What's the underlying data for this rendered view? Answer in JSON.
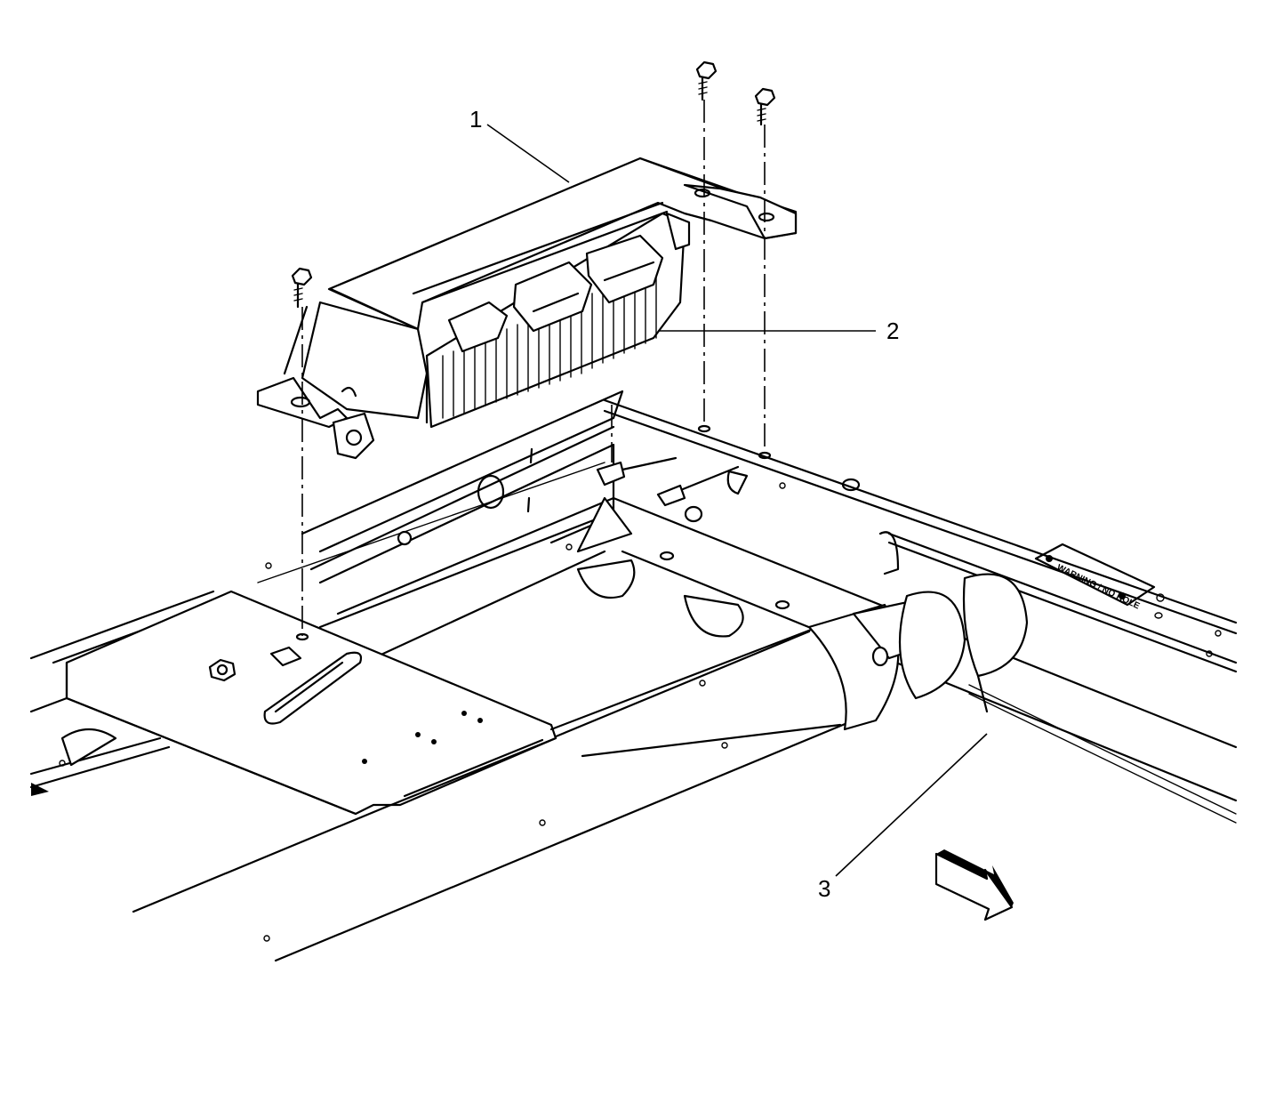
{
  "callouts": [
    {
      "id": "1",
      "label": "1"
    },
    {
      "id": "2",
      "label": "2"
    },
    {
      "id": "3",
      "label": "3"
    }
  ],
  "frame_plate_text": "WARNING / NO HOLE",
  "arrow_icon": "direction-arrow-icon",
  "line_color": "#000000",
  "background_color": "#ffffff"
}
